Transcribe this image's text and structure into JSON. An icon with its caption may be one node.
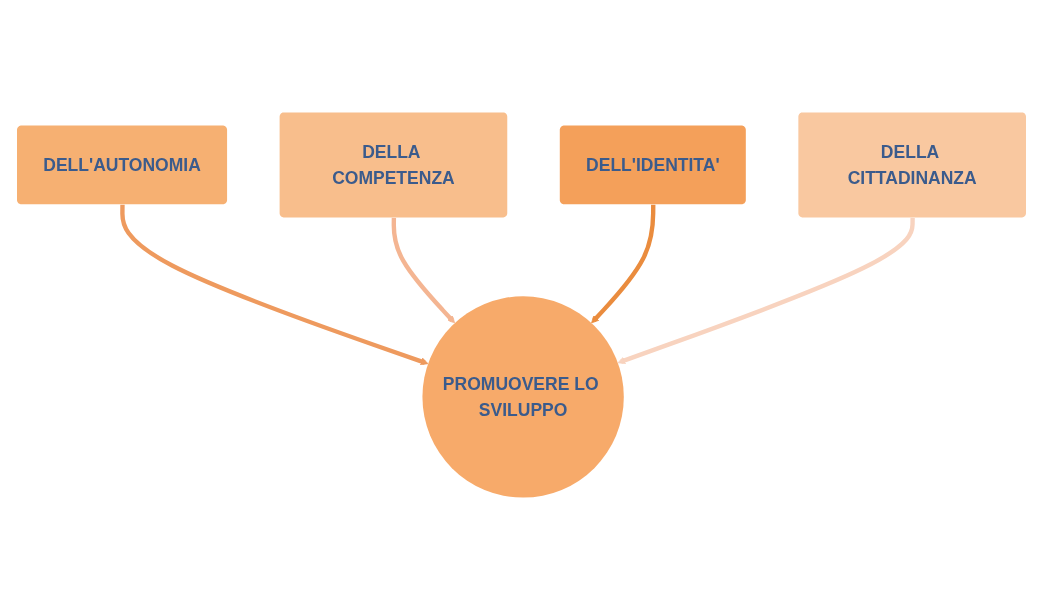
{
  "diagram": {
    "nodes": [
      {
        "text": [
          "DELL'AUTONOMIA"
        ]
      },
      {
        "text": [
          "DELLA COMPETENZA"
        ]
      },
      {
        "text": [
          "DELL'IDENTITA'"
        ]
      },
      {
        "text": [
          "DELLA CITTADINANZA"
        ]
      },
      {
        "text": [
          "PROMUOVERE LO SVILUPPO"
        ]
      }
    ],
    "edges": [
      {
        "from": 0,
        "to": 4,
        "arrow": "to",
        "color": "#ee9a5e"
      },
      {
        "from": 1,
        "to": 4,
        "arrow": "to",
        "color": "#f4b592"
      },
      {
        "from": 2,
        "to": 4,
        "arrow": "to",
        "color": "#ea8c3e"
      },
      {
        "from": 3,
        "to": 4,
        "arrow": "to",
        "color": "#f8d3bf"
      }
    ]
  }
}
